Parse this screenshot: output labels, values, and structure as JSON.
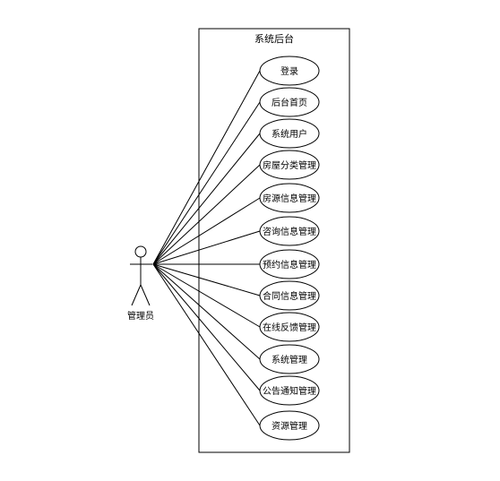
{
  "system": {
    "title": "系统后台"
  },
  "actor": {
    "name": "管理员"
  },
  "use_cases": [
    {
      "label": "登录"
    },
    {
      "label": "后台首页"
    },
    {
      "label": "系统用户"
    },
    {
      "label": "房屋分类管理"
    },
    {
      "label": "房源信息管理"
    },
    {
      "label": "咨询信息管理"
    },
    {
      "label": "预约信息管理"
    },
    {
      "label": "合同信息管理"
    },
    {
      "label": "在线反馈管理"
    },
    {
      "label": "系统管理"
    },
    {
      "label": "公告通知管理"
    },
    {
      "label": "资源管理"
    }
  ]
}
